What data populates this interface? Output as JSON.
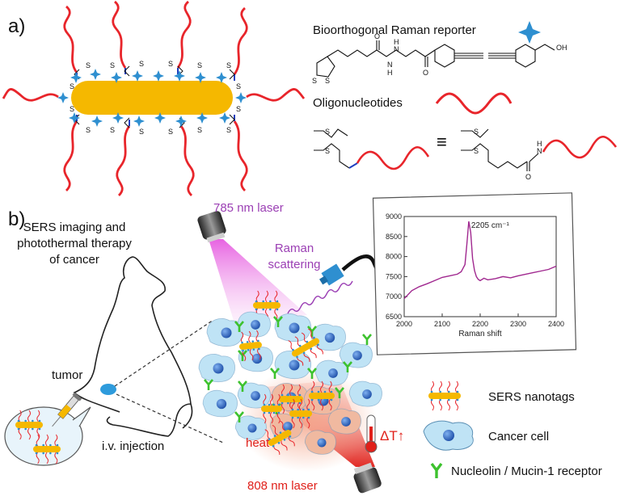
{
  "panel_a": {
    "label": "a)",
    "reporter_label": "Bioorthogonal Raman reporter",
    "oligo_label": "Oligonucleotides",
    "equiv_symbol": "≡",
    "chem": {
      "s": "S",
      "h": "H",
      "n": "N",
      "o": "O",
      "oh": "OH"
    }
  },
  "panel_b": {
    "label": "b)",
    "caption_lines": [
      "SERS imaging and",
      "photothermal therapy",
      "of cancer"
    ],
    "laser_785": "785 nm laser",
    "laser_808": "808 nm laser",
    "raman_scattering_lines": [
      "Raman",
      "scattering"
    ],
    "tumor": "tumor",
    "injection": "i.v. injection",
    "heat": "heat",
    "delta_t": "ΔT↑",
    "legend": {
      "nanotags": "SERS nanotags",
      "cancer_cell": "Cancer cell",
      "receptor": "Nucleolin / Mucin-1 receptor"
    }
  },
  "colors": {
    "gold_rod": "#F5B800",
    "star": "#2E8FD0",
    "dna": "#E8252B",
    "laser_785": "#E65BE0",
    "laser_808": "#E0201A",
    "receptor": "#3DC22E",
    "spectrum": "#A0288F",
    "cell_fill": "#BFE3F5",
    "nucleus": "#1E4FA8"
  },
  "chart_data": {
    "type": "line",
    "title": "",
    "xlabel": "Raman shift",
    "ylabel": "",
    "xlim": [
      2000,
      2400
    ],
    "ylim": [
      6500,
      9000
    ],
    "xticks": [
      2000,
      2100,
      2200,
      2300,
      2400
    ],
    "yticks": [
      6500,
      7000,
      7500,
      8000,
      8500,
      9000
    ],
    "annotation": "2205 cm⁻¹",
    "series": [
      {
        "x": [
          2000,
          2020,
          2040,
          2060,
          2080,
          2100,
          2120,
          2140,
          2150,
          2160,
          2165,
          2170,
          2175,
          2180,
          2185,
          2190,
          2195,
          2200,
          2210,
          2220,
          2240,
          2260,
          2280,
          2300,
          2320,
          2340,
          2360,
          2380,
          2400
        ],
        "y": [
          6950,
          7150,
          7250,
          7320,
          7400,
          7480,
          7520,
          7560,
          7620,
          7800,
          8300,
          8880,
          8600,
          7950,
          7650,
          7500,
          7430,
          7400,
          7460,
          7420,
          7450,
          7500,
          7470,
          7520,
          7560,
          7600,
          7640,
          7680,
          7760
        ]
      }
    ]
  }
}
